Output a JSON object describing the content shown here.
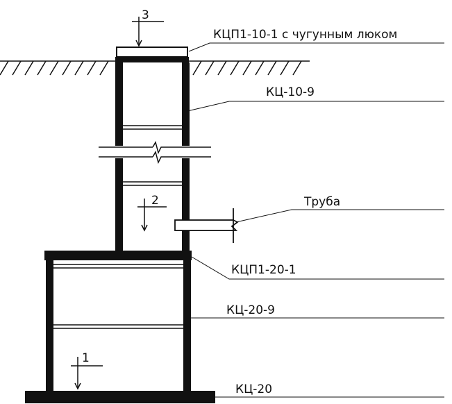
{
  "labels": {
    "hatch_cover": "КЦП1-10-1 с чугунным люком",
    "upper_ring": "КЦ-10-9",
    "pipe": "Труба",
    "transition_slab": "КЦП1-20-1",
    "lower_ring": "КЦ-20-9",
    "base_slab": "КЦ-20"
  },
  "marks": {
    "mark_1": "1",
    "mark_2": "2",
    "mark_3": "3"
  },
  "colors": {
    "ink": "#111111",
    "background": "#ffffff"
  }
}
